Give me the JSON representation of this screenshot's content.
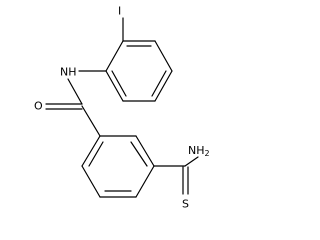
{
  "molecule": {
    "labels": {
      "iodine": "I",
      "amide_nh": "NH",
      "carbonyl_oxygen": "O",
      "thioamide_nitrogen_main": "NH",
      "thioamide_nitrogen_subscript": "2",
      "thioamide_sulfur": "S"
    }
  }
}
